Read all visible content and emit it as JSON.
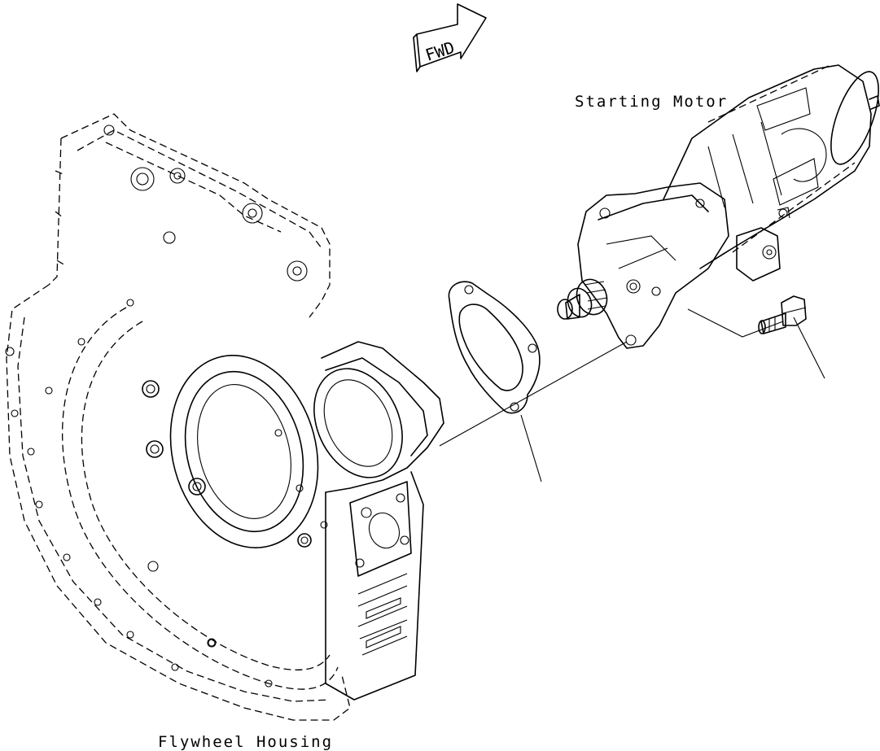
{
  "labels": {
    "fwd": "FWD",
    "starting_motor": "Starting Motor",
    "flywheel_housing": "Flywheel Housing"
  },
  "colors": {
    "line": "#000000",
    "background": "#ffffff"
  }
}
